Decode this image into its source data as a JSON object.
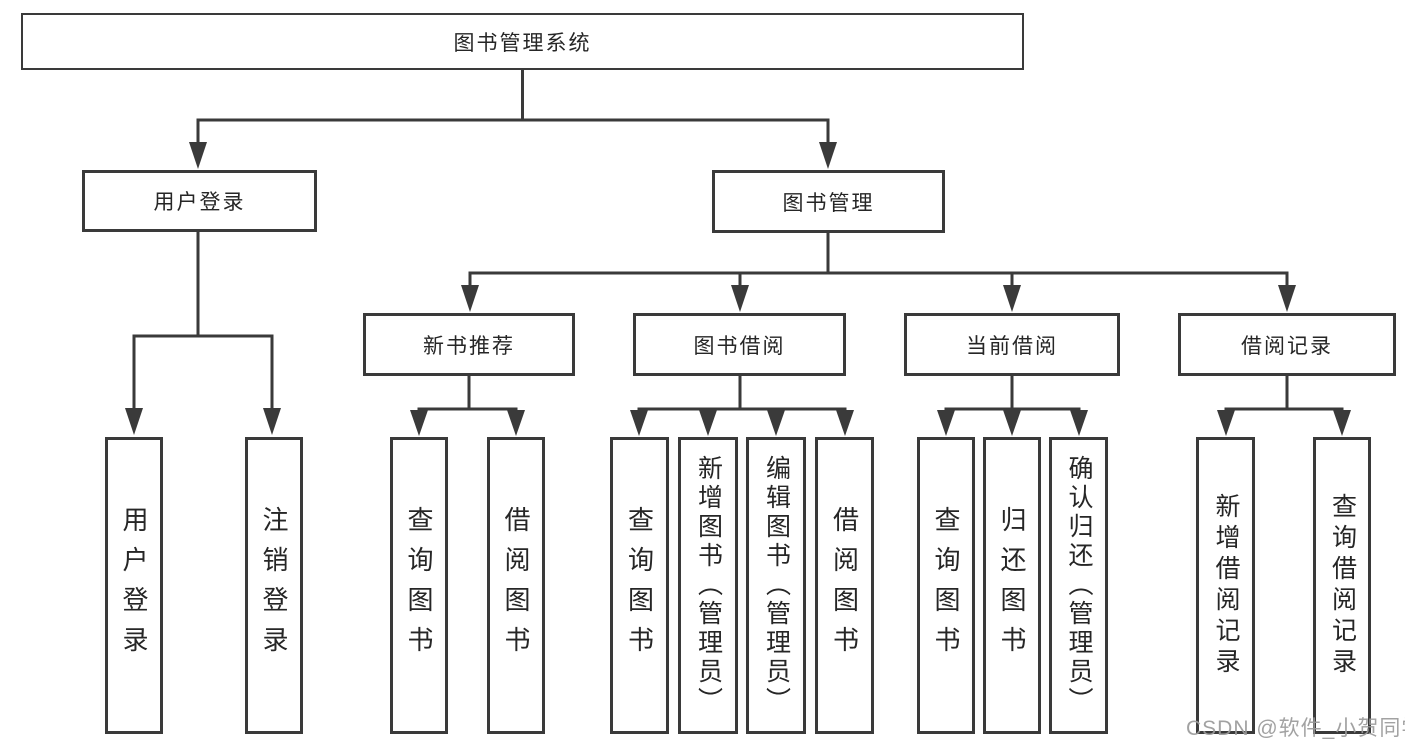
{
  "title": "图书管理系统",
  "colors": {
    "line": "#3a3a3a",
    "box_border": "#3a3a3a",
    "text": "#262626",
    "watermark": "#9b9b9b",
    "background": "#ffffff"
  },
  "watermark": {
    "text": "CSDN @软件_小贺同学"
  },
  "tree": {
    "label": "图书管理系统",
    "children": [
      {
        "label": "用户登录",
        "children": [
          {
            "label": "用户登录"
          },
          {
            "label": "注销登录"
          }
        ]
      },
      {
        "label": "图书管理",
        "children": [
          {
            "label": "新书推荐",
            "children": [
              {
                "label": "查询图书"
              },
              {
                "label": "借阅图书"
              }
            ]
          },
          {
            "label": "图书借阅",
            "children": [
              {
                "label": "查询图书"
              },
              {
                "label": "新增图书（管理员）"
              },
              {
                "label": "编辑图书（管理员）"
              },
              {
                "label": "借阅图书"
              }
            ]
          },
          {
            "label": "当前借阅",
            "children": [
              {
                "label": "查询图书"
              },
              {
                "label": "归还图书"
              },
              {
                "label": "确认归还（管理员）"
              }
            ]
          },
          {
            "label": "借阅记录",
            "children": [
              {
                "label": "新增借阅记录"
              },
              {
                "label": "查询借阅记录"
              }
            ]
          }
        ]
      }
    ]
  }
}
